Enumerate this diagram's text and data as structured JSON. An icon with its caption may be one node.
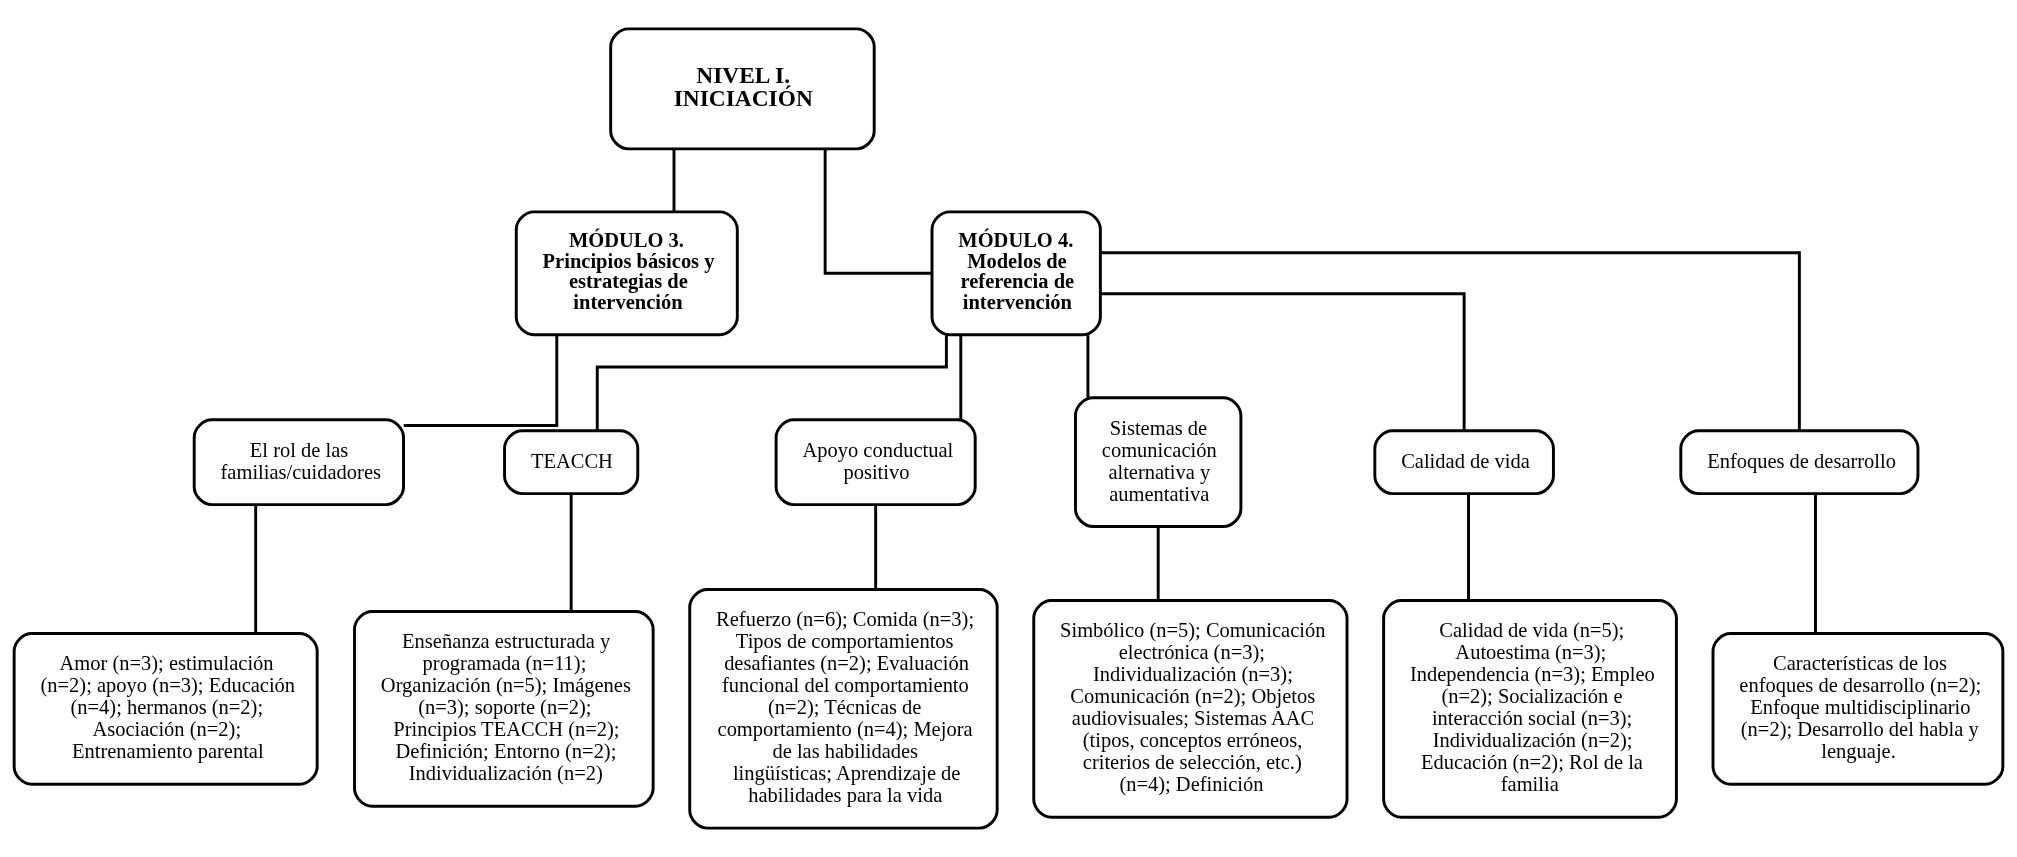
{
  "diagram": {
    "nodes": [
      {
        "text": [
          "NIVEL I. INICIACIÓN"
        ]
      },
      {
        "text": [
          "MÓDULO 3.",
          "Principios básicos y estrategias de intervención"
        ]
      },
      {
        "text": [
          "MÓDULO 4.",
          "Modelos de referencia de intervención"
        ]
      },
      {
        "text": [
          "El rol de las familias/cuidadores"
        ]
      },
      {
        "text": [
          "Amor (n=3); estimulación (n=2); apoyo (n=3); Educación (n=4); hermanos (n=2); Asociación (n=2); Entrenamiento parental"
        ]
      },
      {
        "text": [
          "TEACCH"
        ]
      },
      {
        "text": [
          "Enseñanza estructurada y programada (n=11); Organización (n=5); Imágenes (n=3); soporte (n=2); Principios TEACCH (n=2); Definición; Entorno (n=2); Individualización (n=2)"
        ]
      },
      {
        "text": [
          "Apoyo conductual positivo"
        ]
      },
      {
        "text": [
          "Refuerzo (n=6); Comida (n=3); Tipos de comportamientos desafiantes (n=2); Evaluación funcional del comportamiento (n=2); Técnicas de comportamiento (n=4); Mejora de las habilidades lingüísticas; Aprendizaje de habilidades para la vida"
        ]
      },
      {
        "text": [
          "Sistemas de comunicación alternativa y aumentativa"
        ]
      },
      {
        "text": [
          "Simbólico (n=5); Comunicación electrónica (n=3); Individualización (n=3); Comunicación (n=2); Objetos audiovisuales; Sistemas AAC (tipos, conceptos erróneos, criterios de selección, etc.) (n=4); Definición"
        ]
      },
      {
        "text": [
          "Calidad de vida"
        ]
      },
      {
        "text": [
          "Calidad de vida (n=5); Autoestima (n=3); Independencia (n=3); Empleo (n=2); Socialización e interacción social (n=3); Individualización (n=2); Educación (n=2); Rol de la familia"
        ]
      },
      {
        "text": [
          "Enfoques de desarrollo"
        ]
      },
      {
        "text": [
          "Características de los enfoques de desarrollo (n=2); Enfoque multidisciplinario (n=2); Desarrollo del habla y lenguaje."
        ]
      }
    ],
    "edges": [
      {
        "from": 0,
        "to": 1,
        "arrow": "none"
      },
      {
        "from": 0,
        "to": 2,
        "arrow": "none"
      },
      {
        "from": 1,
        "to": 3,
        "arrow": "none"
      },
      {
        "from": 3,
        "to": 4,
        "arrow": "none"
      },
      {
        "from": 2,
        "to": 5,
        "arrow": "none"
      },
      {
        "from": 2,
        "to": 7,
        "arrow": "none"
      },
      {
        "from": 2,
        "to": 9,
        "arrow": "none"
      },
      {
        "from": 2,
        "to": 11,
        "arrow": "none"
      },
      {
        "from": 2,
        "to": 13,
        "arrow": "none"
      },
      {
        "from": 5,
        "to": 6,
        "arrow": "none"
      },
      {
        "from": 7,
        "to": 8,
        "arrow": "none"
      },
      {
        "from": 9,
        "to": 10,
        "arrow": "none"
      },
      {
        "from": 11,
        "to": 12,
        "arrow": "none"
      },
      {
        "from": 13,
        "to": 14,
        "arrow": "none"
      }
    ]
  }
}
